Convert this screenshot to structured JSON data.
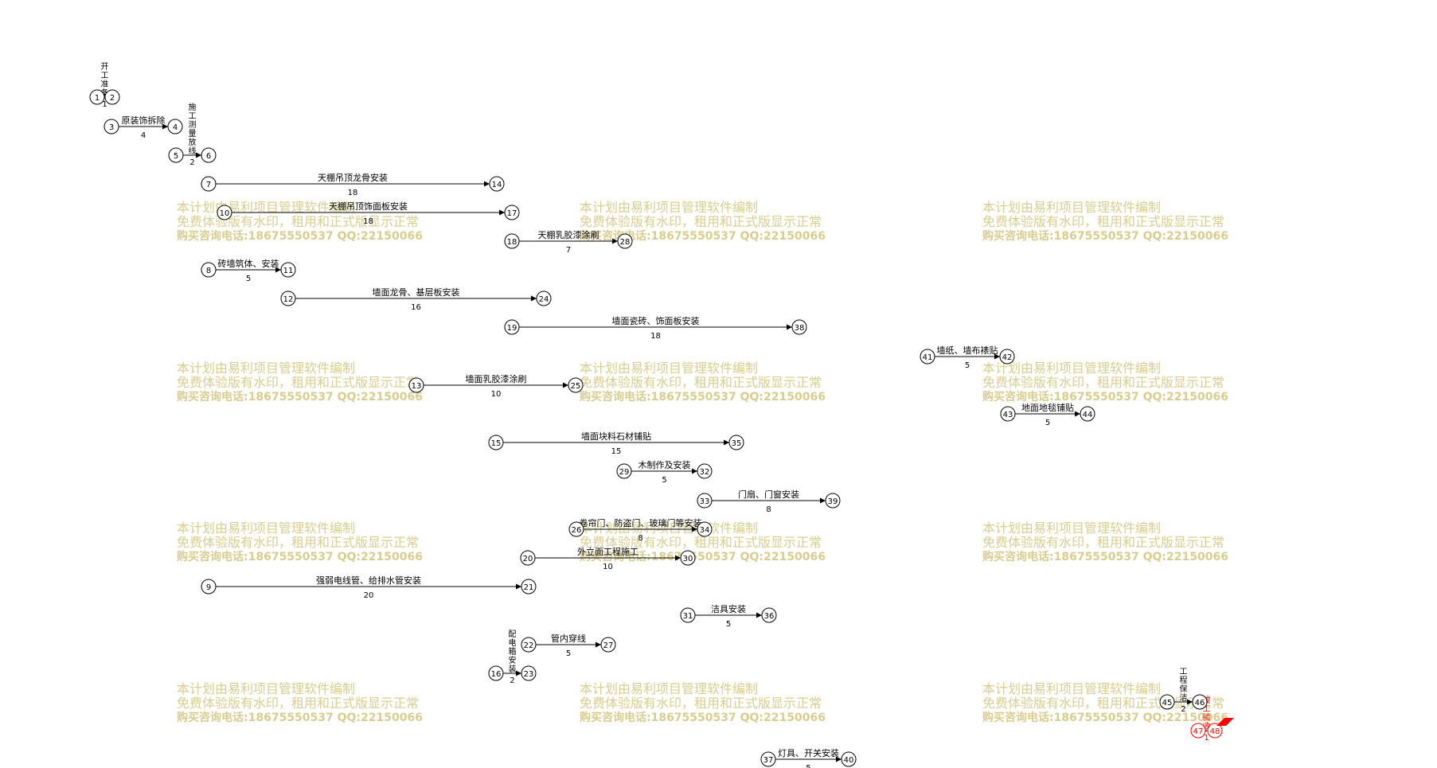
{
  "watermark": {
    "line1": "本计划由易利项目管理软件编制",
    "line2": "免费体验版有水印，租用和正式版显示正常",
    "line3": "购买咨询电话:18675550537 QQ:22150066"
  },
  "colors": {
    "line": "#000000",
    "critical": "#ff0000",
    "watermark": "#d9cc8f"
  },
  "tasks": [
    {
      "from": 1,
      "to": 2,
      "name": "开工准备",
      "duration": "1",
      "vertical": true
    },
    {
      "from": 3,
      "to": 4,
      "name": "原装饰拆除",
      "duration": "4"
    },
    {
      "from": 5,
      "to": 6,
      "name": "施工测量放线",
      "duration": "2",
      "vertical": true
    },
    {
      "from": 7,
      "to": 14,
      "name": "天棚吊顶龙骨安装",
      "duration": "18"
    },
    {
      "from": 10,
      "to": 17,
      "name": "天棚吊顶饰面板安装",
      "duration": "18"
    },
    {
      "from": 18,
      "to": 28,
      "name": "天棚乳胶漆涂刷",
      "duration": "7"
    },
    {
      "from": 8,
      "to": 11,
      "name": "砖墙筑体、安装",
      "duration": "5"
    },
    {
      "from": 12,
      "to": 24,
      "name": "墙面龙骨、基层板安装",
      "duration": "16"
    },
    {
      "from": 19,
      "to": 38,
      "name": "墙面瓷砖、饰面板安装",
      "duration": "18"
    },
    {
      "from": 41,
      "to": 42,
      "name": "墙纸、墙布裱贴",
      "duration": "5"
    },
    {
      "from": 13,
      "to": 25,
      "name": "墙面乳胶漆涂刷",
      "duration": "10"
    },
    {
      "from": 43,
      "to": 44,
      "name": "地面地毯铺贴",
      "duration": "5"
    },
    {
      "from": 15,
      "to": 35,
      "name": "墙面块料石材铺贴",
      "duration": "15"
    },
    {
      "from": 29,
      "to": 32,
      "name": "木制作及安装",
      "duration": "5"
    },
    {
      "from": 33,
      "to": 39,
      "name": "门扇、门窗安装",
      "duration": "8"
    },
    {
      "from": 26,
      "to": 34,
      "name": "卷帘门、防盗门、玻璃门等安装",
      "duration": "8"
    },
    {
      "from": 20,
      "to": 30,
      "name": "外立面工程施工",
      "duration": "10"
    },
    {
      "from": 9,
      "to": 21,
      "name": "强弱电线管、给排水管安装",
      "duration": "20"
    },
    {
      "from": 31,
      "to": 36,
      "name": "洁具安装",
      "duration": "5"
    },
    {
      "from": 22,
      "to": 27,
      "name": "管内穿线",
      "duration": "5"
    },
    {
      "from": 16,
      "to": 23,
      "name": "配电箱安装",
      "duration": "2",
      "vertical": true
    },
    {
      "from": 45,
      "to": 46,
      "name": "工程保洁",
      "duration": "2",
      "vertical": true
    },
    {
      "from": 47,
      "to": 48,
      "name": "竣工验收",
      "duration": "1",
      "vertical": true,
      "critical": true
    },
    {
      "from": 37,
      "to": 40,
      "name": "灯具、开关安装",
      "duration": "5"
    }
  ]
}
